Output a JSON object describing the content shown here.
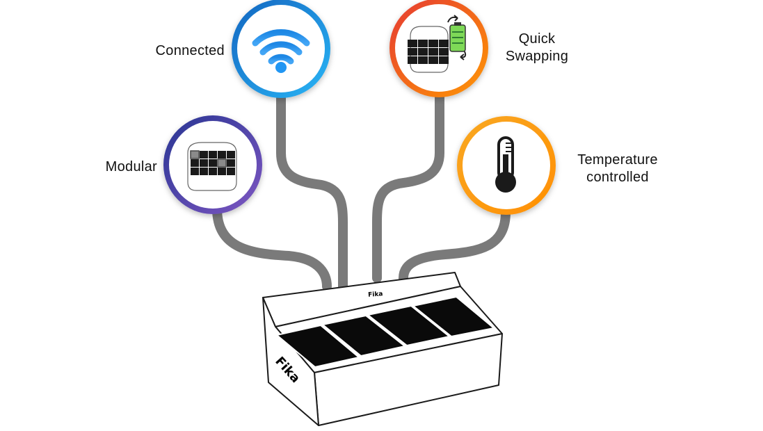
{
  "features": {
    "connected": {
      "label": "Connected",
      "icon": "wifi-icon",
      "color_start": "#1565c0",
      "color_end": "#29b6f6"
    },
    "quick_swapping": {
      "label_line1": "Quick",
      "label_line2": "Swapping",
      "icon": "battery-swap-icon",
      "color_start": "#e53935",
      "color_end": "#ff9800"
    },
    "modular": {
      "label": "Modular",
      "icon": "modular-panel-icon",
      "color_start": "#283593",
      "color_end": "#7e57c2"
    },
    "temperature_controlled": {
      "label_line1": "Temperature",
      "label_line2": "controlled",
      "icon": "thermometer-icon",
      "color_start": "#f9a825",
      "color_end": "#ff8f00"
    }
  },
  "box": {
    "brand": "Fika",
    "lid_brand": "Fika",
    "panel_count": 4
  },
  "colors": {
    "connector": "#7a7a7a",
    "battery_green": "#7ed957"
  }
}
